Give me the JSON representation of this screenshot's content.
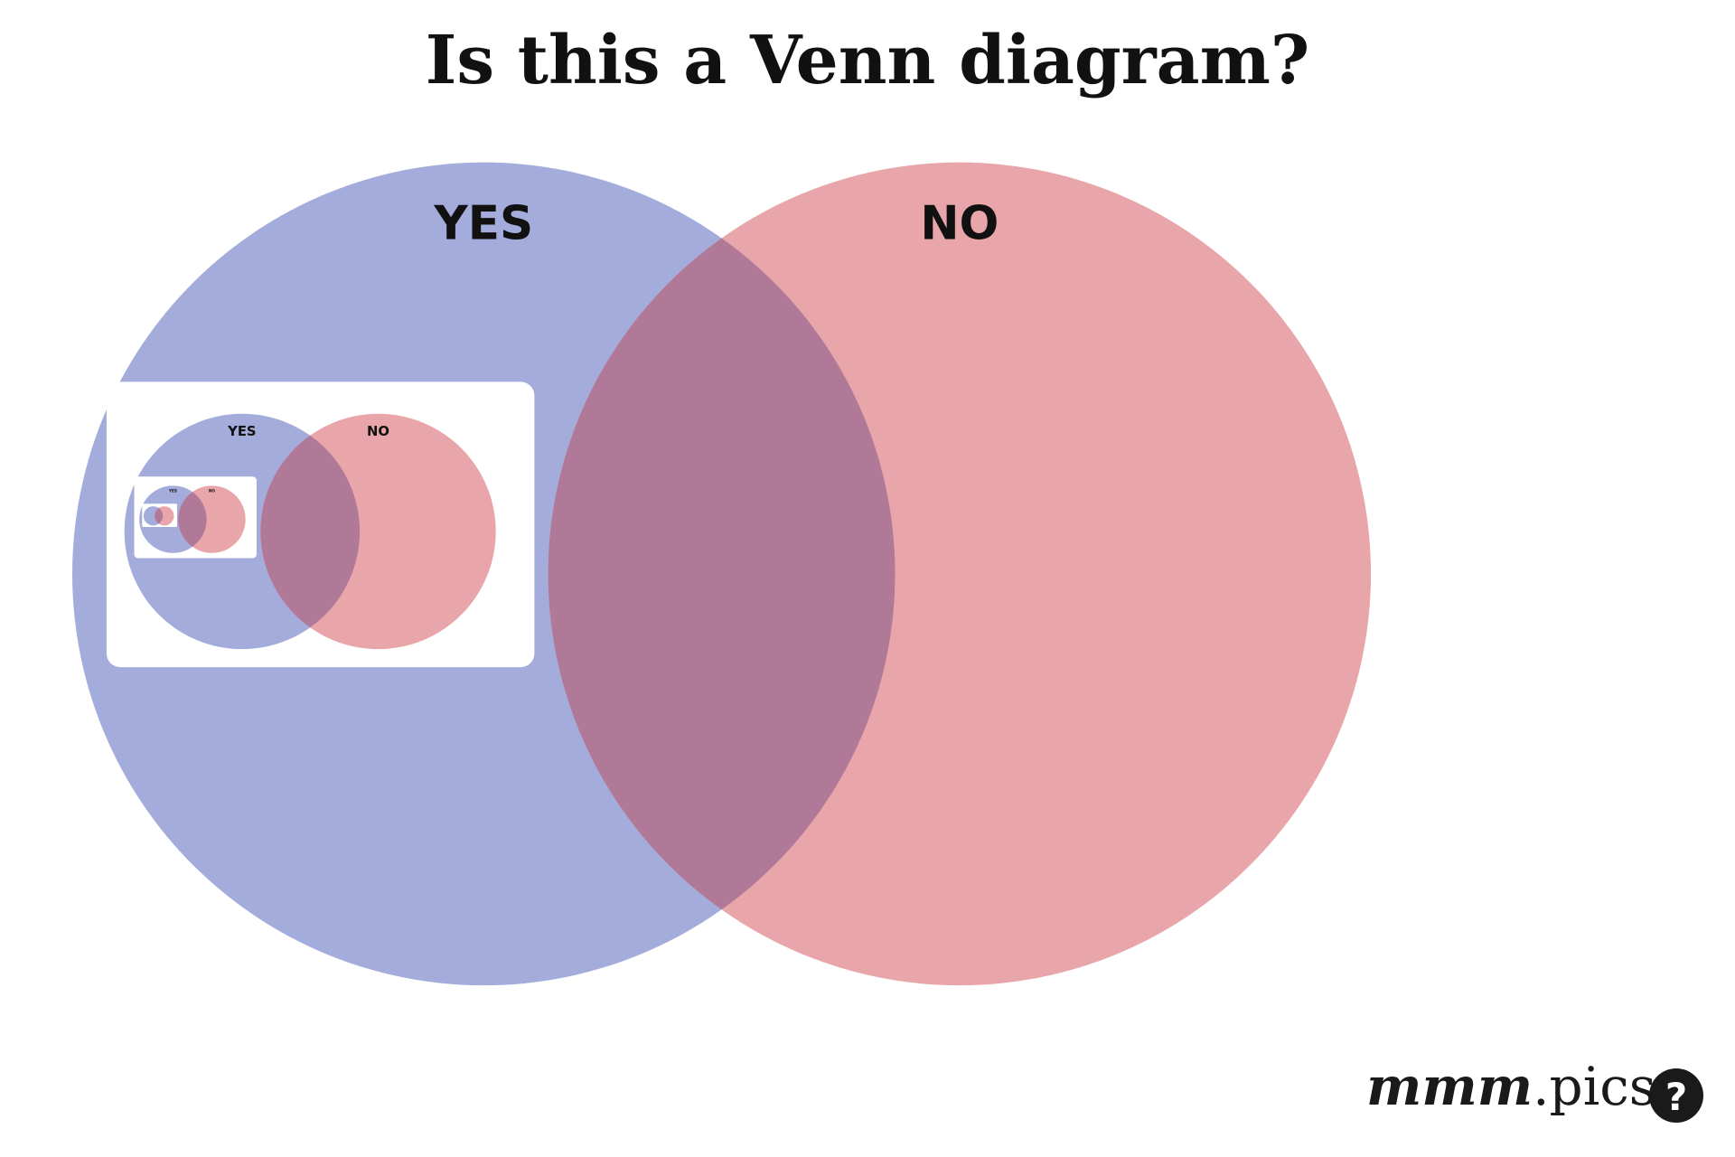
{
  "title": "Is this a Venn diagram?",
  "sets": {
    "yes": {
      "label": "YES",
      "color": "#a4acdb"
    },
    "no": {
      "label": "NO",
      "color": "#e9a6aa"
    },
    "overlap_color": "#b07998"
  },
  "inset_background": "#ffffff",
  "nesting_depth": 4,
  "watermark": {
    "part1": "mmm",
    "part2": ".pics",
    "badge_icon": "question-mark-icon",
    "badge_glyph": "?"
  }
}
